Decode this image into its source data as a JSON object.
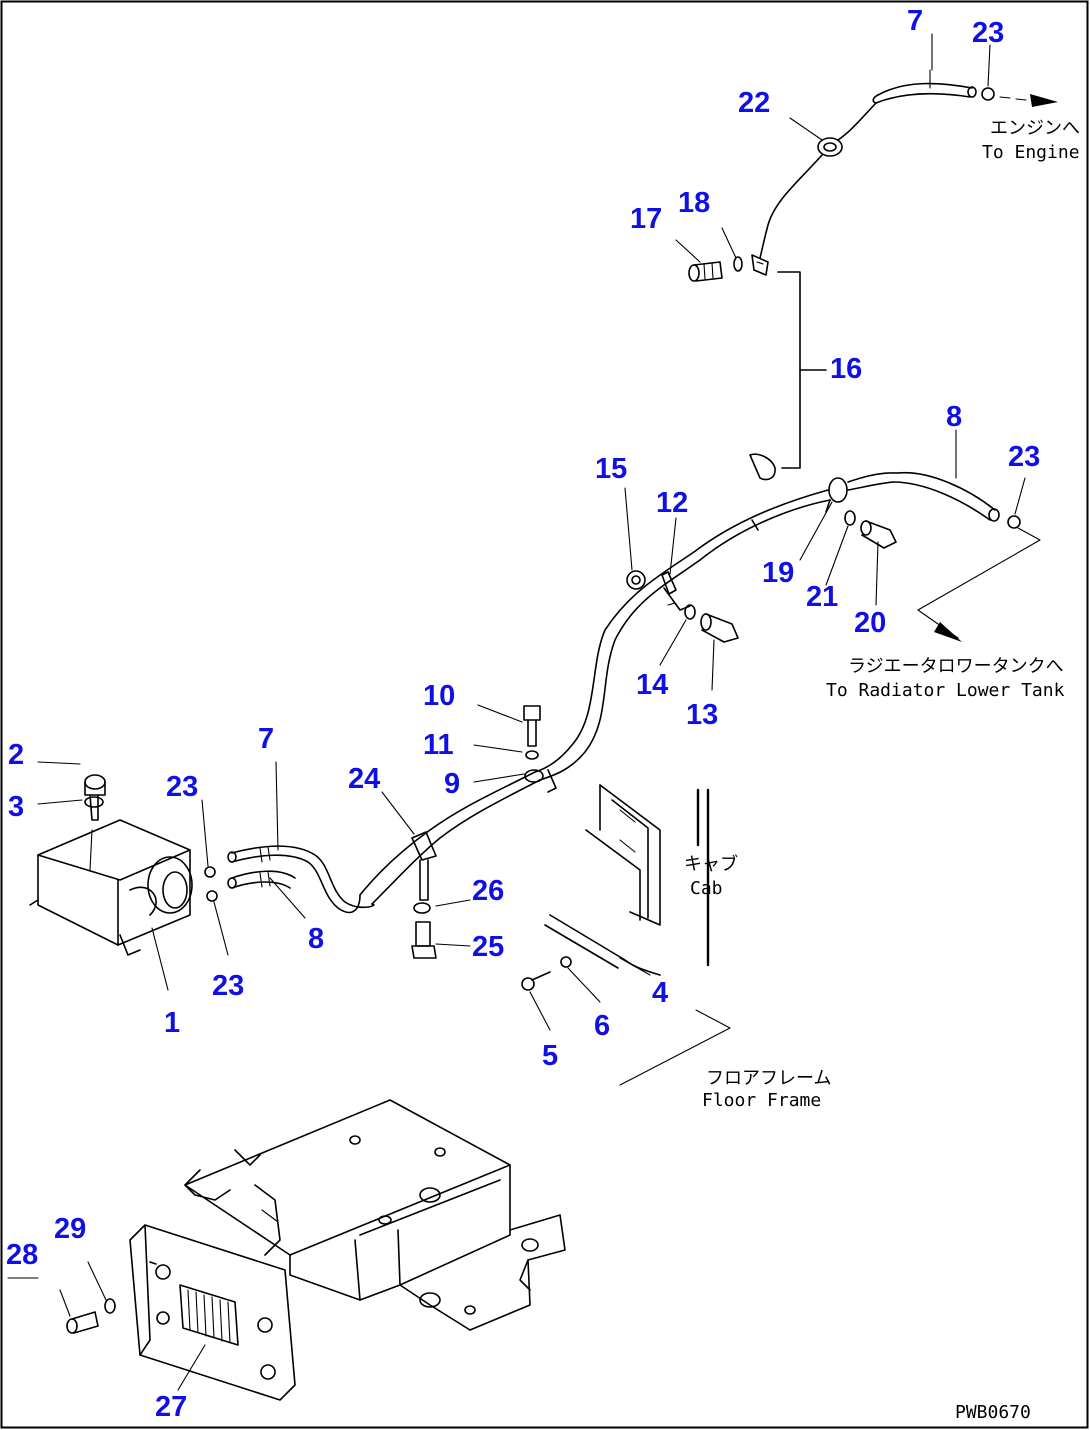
{
  "callouts": {
    "c7_top": "7",
    "c23_top": "23",
    "c22": "22",
    "c18": "18",
    "c17": "17",
    "c16": "16",
    "c8_right": "8",
    "c23_right": "23",
    "c15": "15",
    "c12": "12",
    "c19": "19",
    "c21": "21",
    "c20": "20",
    "c14": "14",
    "c13": "13",
    "c10": "10",
    "c11": "11",
    "c9": "9",
    "c2": "2",
    "c3": "3",
    "c7_left": "7",
    "c23_left_top": "23",
    "c24": "24",
    "c26": "26",
    "c25": "25",
    "c8_left": "8",
    "c23_left_bottom": "23",
    "c1": "1",
    "c4": "4",
    "c6": "6",
    "c5": "5",
    "c28": "28",
    "c29": "29",
    "c27": "27"
  },
  "notes": {
    "engine_jp": "エンジンへ",
    "engine_en": "To Engine",
    "radiator_jp": "ラジエータロワータンクへ",
    "radiator_en": "To Radiator Lower Tank",
    "cab_jp": "キャブ",
    "cab_en": "Cab",
    "floor_jp": "フロアフレーム",
    "floor_en": "Floor Frame",
    "drawing_code": "PWB0670"
  },
  "colors": {
    "callout": "#1010e6",
    "linework": "#000000",
    "background": "#ffffff"
  }
}
